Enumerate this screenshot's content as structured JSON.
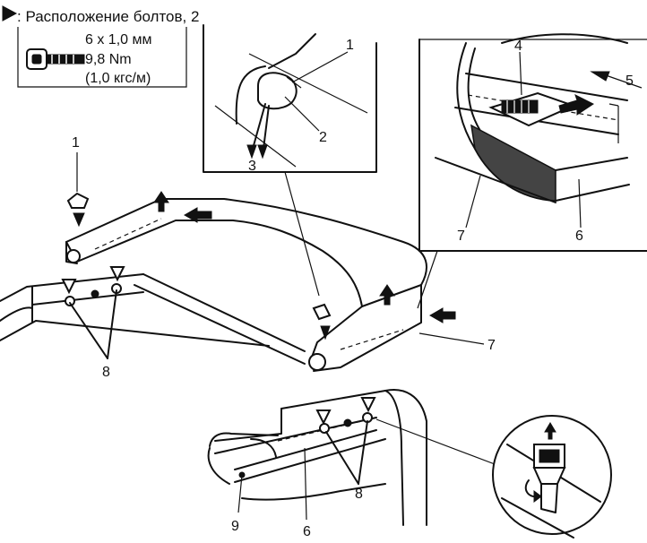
{
  "legend": {
    "title": ": Расположение болтов, 2",
    "size": "6 x 1,0 мм",
    "torque_nm": "9,8 Nm",
    "torque_kgf": "(1,0 кгс/м)"
  },
  "callouts": {
    "c1_main": "1",
    "c1_inset": "1",
    "c2": "2",
    "c3": "3",
    "c4": "4",
    "c5": "5",
    "c6_inset": "6",
    "c6_main": "6",
    "c7_inset": "7",
    "c7_main": "7",
    "c8_left": "8",
    "c8_bottom": "8",
    "c9": "9"
  }
}
